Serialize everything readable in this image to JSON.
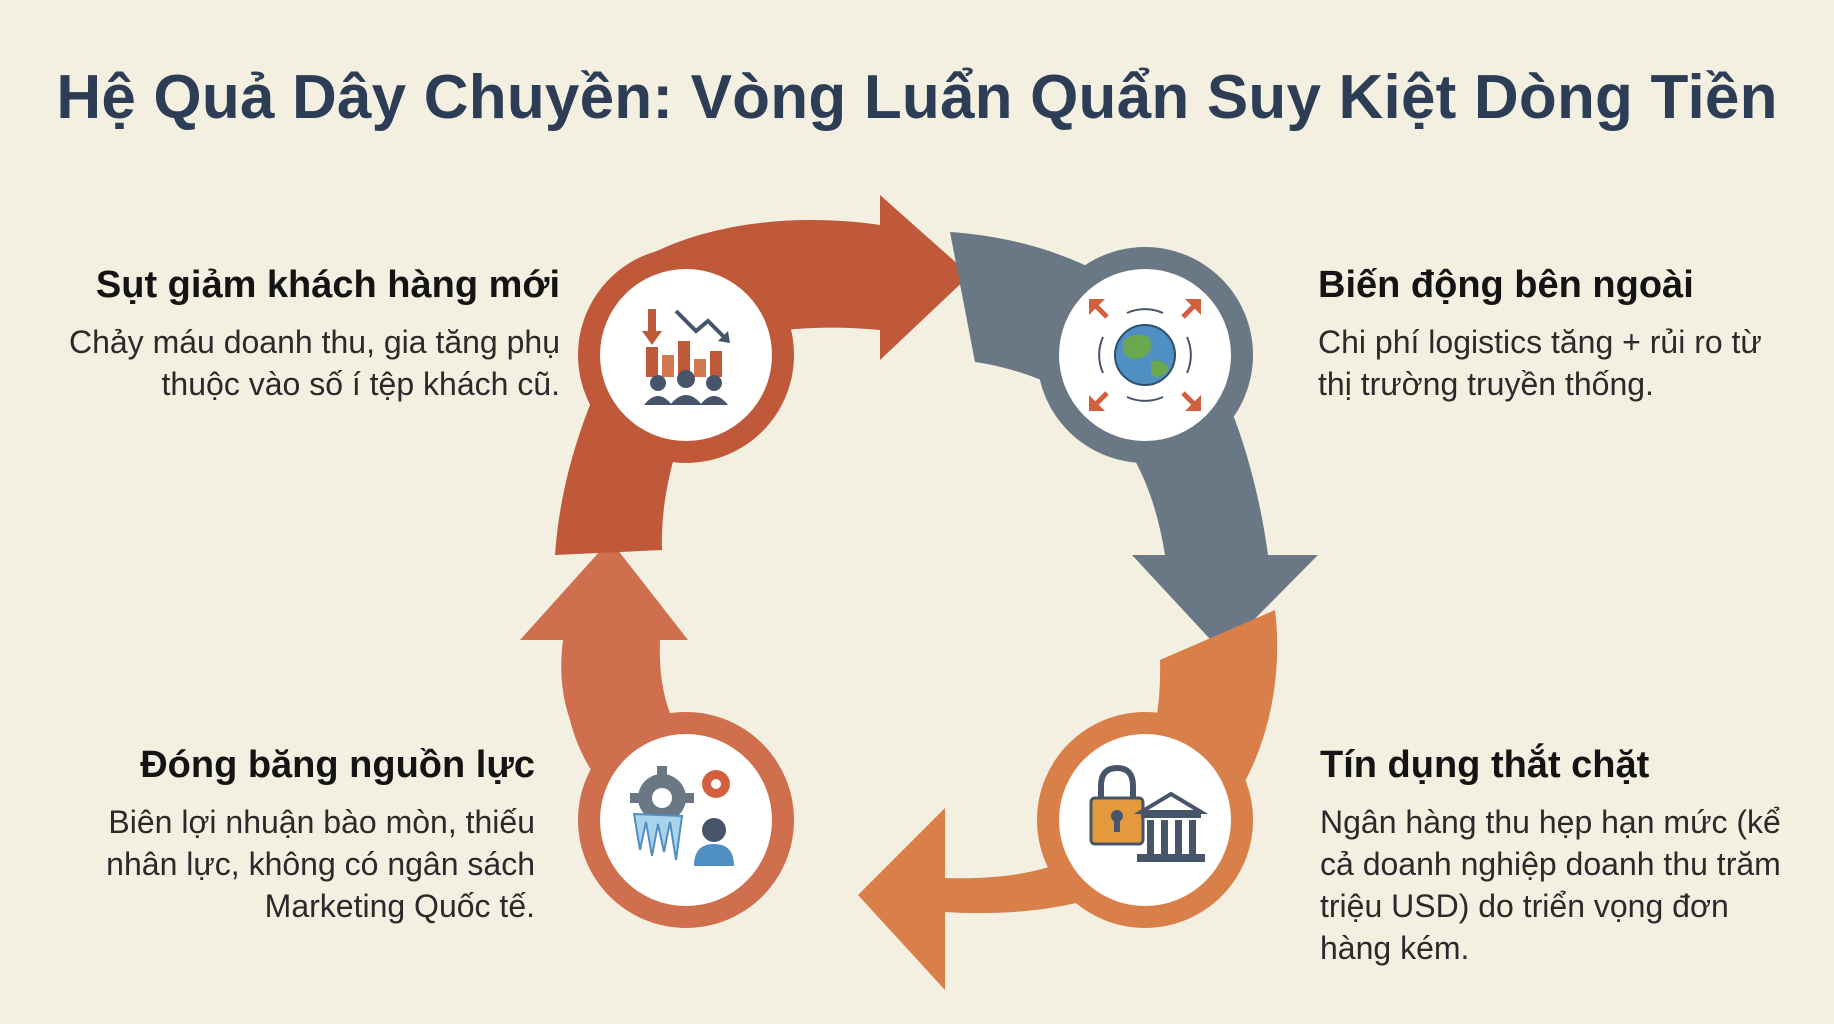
{
  "title": "Hệ Quả Dây Chuyền: Vòng Luẩn Quẩn Suy Kiệt Dòng Tiền",
  "colors": {
    "background": "#f3efe1",
    "title": "#2c3d55",
    "arrow_rust": "#c0583a",
    "arrow_slate": "#6a7785",
    "arrow_orange": "#d97f4a",
    "arrow_terracotta": "#cf6f4e"
  },
  "stages": [
    {
      "id": "customers",
      "title": "Sụt giảm khách hàng mới",
      "description": "Chảy máu doanh thu, gia tăng phụ thuộc vào số í tệp khách cũ.",
      "icon": "declining-customers-icon"
    },
    {
      "id": "external",
      "title": "Biến động bên ngoài",
      "description": "Chi phí logistics tăng + rủi ro từ thị trường truyền thống.",
      "icon": "globe-arrows-icon"
    },
    {
      "id": "credit",
      "title": "Tín dụng thắt chặt",
      "description": "Ngân hàng thu hẹp hạn mức (kể cả doanh nghiệp doanh thu trăm triệu USD) do triển vọng đơn hàng kém.",
      "icon": "lock-bank-icon"
    },
    {
      "id": "resources",
      "title": "Đóng băng nguồn lực",
      "description": "Biên lợi nhuận bào mòn, thiếu nhân lực, không có ngân sách Marketing Quốc tế.",
      "icon": "frozen-gears-icon"
    }
  ]
}
